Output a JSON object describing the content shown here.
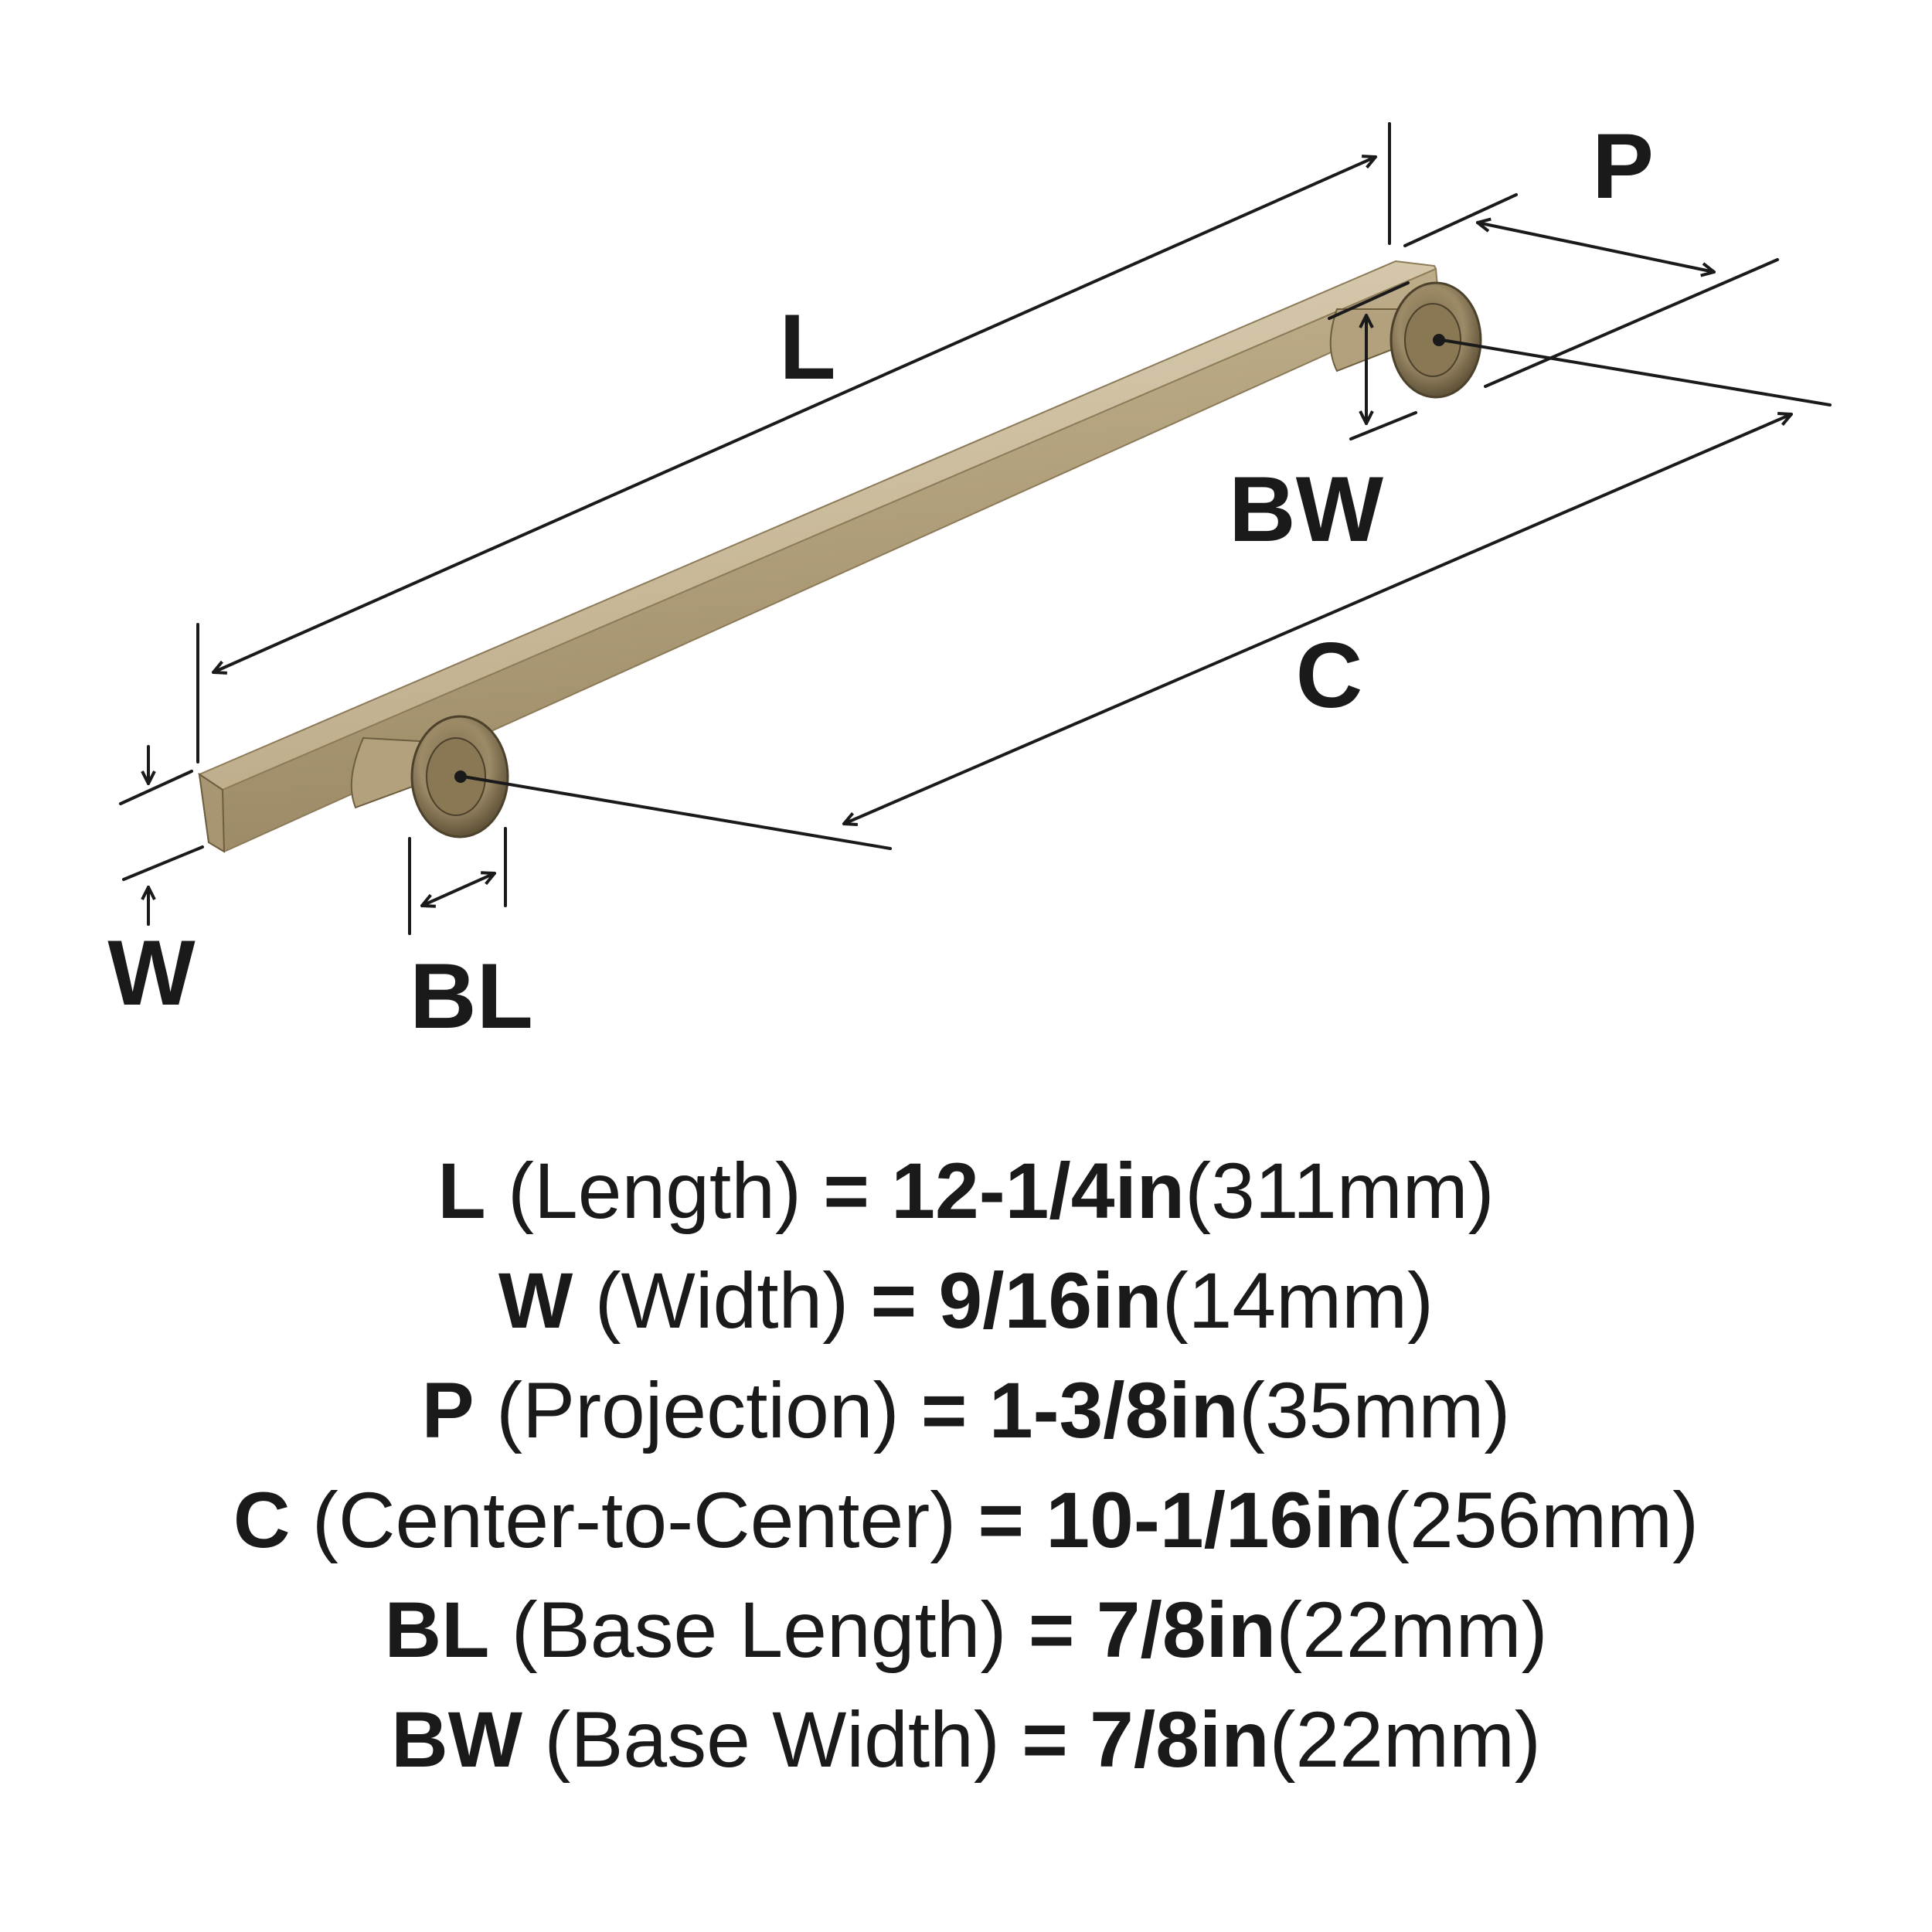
{
  "diagram": {
    "colors": {
      "line": "#1a1a1a",
      "metal_light": "#d9cdb0",
      "metal_mid": "#bba987",
      "metal_dark": "#8c7a58",
      "metal_shadow": "#5e5137"
    },
    "labels": {
      "length": "L",
      "width": "W",
      "projection": "P",
      "center_to_center": "C",
      "base_length": "BL",
      "base_width": "BW"
    }
  },
  "specs": [
    {
      "abbr": "L",
      "desc": "(Length)",
      "eq": "=",
      "imperial": "12-1/4in",
      "metric": "(311mm)"
    },
    {
      "abbr": "W",
      "desc": "(Width)",
      "eq": "=",
      "imperial": "9/16in",
      "metric": "(14mm)"
    },
    {
      "abbr": "P",
      "desc": "(Projection)",
      "eq": "=",
      "imperial": "1-3/8in",
      "metric": "(35mm)"
    },
    {
      "abbr": "C",
      "desc": "(Center-to-Center)",
      "eq": "=",
      "imperial": "10-1/16in",
      "metric": "(256mm)"
    },
    {
      "abbr": "BL",
      "desc": "(Base Length)",
      "eq": "=",
      "imperial": "7/8in",
      "metric": "(22mm)"
    },
    {
      "abbr": "BW",
      "desc": "(Base Width)",
      "eq": "=",
      "imperial": "7/8in",
      "metric": "(22mm)"
    }
  ]
}
